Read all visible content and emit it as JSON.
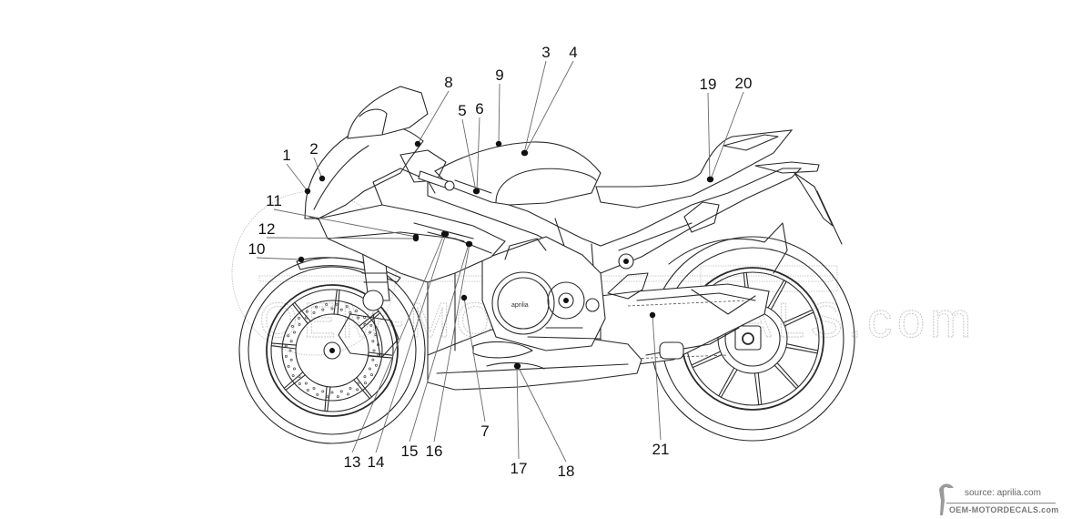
{
  "diagram": {
    "subject": "Aprilia sport motorcycle side view – decal placement diagram",
    "callouts": [
      {
        "id": "1"
      },
      {
        "id": "2"
      },
      {
        "id": "3"
      },
      {
        "id": "4"
      },
      {
        "id": "5"
      },
      {
        "id": "6"
      },
      {
        "id": "7"
      },
      {
        "id": "8"
      },
      {
        "id": "9"
      },
      {
        "id": "10"
      },
      {
        "id": "11"
      },
      {
        "id": "12"
      },
      {
        "id": "13"
      },
      {
        "id": "14"
      },
      {
        "id": "15"
      },
      {
        "id": "16"
      },
      {
        "id": "17"
      },
      {
        "id": "18"
      },
      {
        "id": "19"
      },
      {
        "id": "20"
      },
      {
        "id": "21"
      }
    ],
    "engine_logo_text": "aprilia"
  },
  "watermark": {
    "text": "OEM-MOTORDECALS.com"
  },
  "footer": {
    "source_label": "source: aprilia.com",
    "brand_label": "OEM-MOTORDECALS.com"
  },
  "colors": {
    "line": "#2a2a2a",
    "leader": "#6a6a6a",
    "watermark": "#c9c9c9",
    "background": "#ffffff"
  }
}
